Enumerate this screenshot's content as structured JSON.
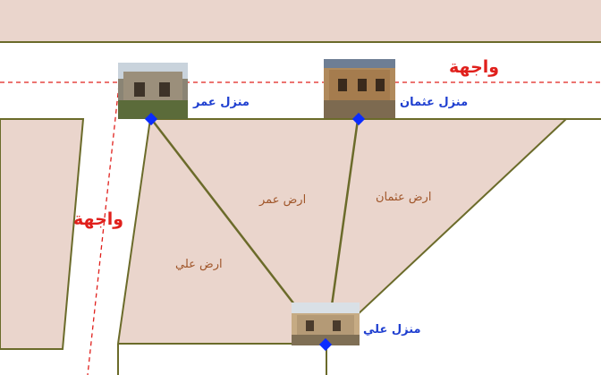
{
  "labels": {
    "facade_top": "واجهة",
    "facade_left": "واجهة",
    "house_omar": "منزل عمر",
    "house_othman": "منزل عثمان",
    "house_ali": "منزل علي",
    "land_omar": "ارض عمر",
    "land_othman": "ارض عثمان",
    "land_ali": "ارض علي"
  },
  "colors": {
    "land_fill": "#ead5cc",
    "boundary_line": "#6b6b2a",
    "facade_dash": "#e0201c",
    "house_label": "#1f3fd0",
    "land_label": "#a0562a",
    "property_point": "#0a2cff"
  }
}
